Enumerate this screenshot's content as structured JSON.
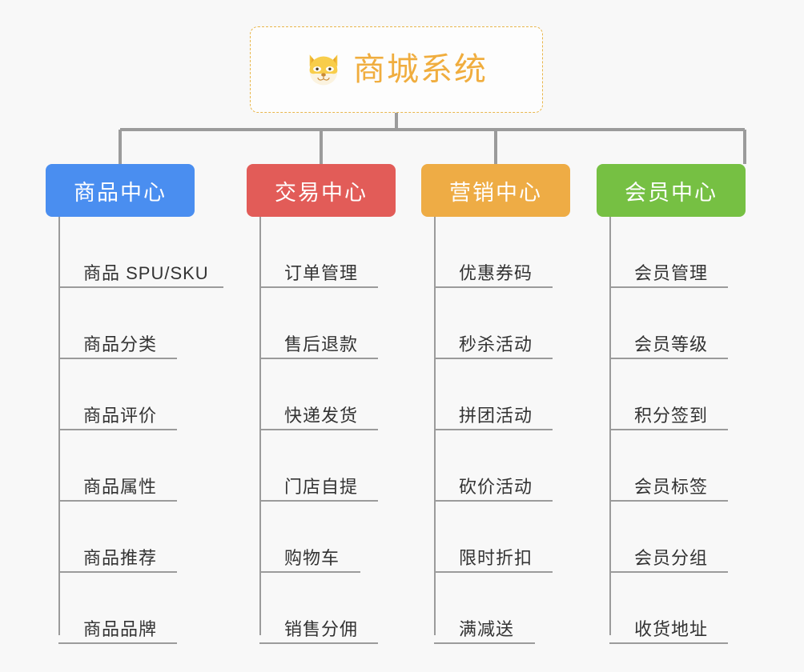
{
  "diagram": {
    "type": "tree",
    "background_color": "#f8f8f8",
    "root": {
      "title": "商城系统",
      "icon": "shiba-dog-emoji",
      "text_color": "#f0ad3e",
      "border_color": "#e9b64b",
      "border_style": "dashed"
    },
    "connector_color": "#9b9b9b",
    "branches": [
      {
        "label": "商品中心",
        "color": "#4a8ef0",
        "rule_widths": [
          206,
          148,
          148,
          148,
          148,
          148
        ],
        "items": [
          "商品 SPU/SKU",
          "商品分类",
          "商品评价",
          "商品属性",
          "商品推荐",
          "商品品牌"
        ]
      },
      {
        "label": "交易中心",
        "color": "#e25c58",
        "rule_widths": [
          148,
          148,
          148,
          148,
          126,
          148
        ],
        "items": [
          "订单管理",
          "售后退款",
          "快递发货",
          "门店自提",
          "购物车",
          "销售分佣"
        ]
      },
      {
        "label": "营销中心",
        "color": "#eeac45",
        "rule_widths": [
          148,
          148,
          148,
          148,
          148,
          126
        ],
        "items": [
          "优惠券码",
          "秒杀活动",
          "拼团活动",
          "砍价活动",
          "限时折扣",
          "满减送"
        ]
      },
      {
        "label": "会员中心",
        "color": "#76c043",
        "rule_widths": [
          148,
          148,
          148,
          148,
          148,
          148
        ],
        "items": [
          "会员管理",
          "会员等级",
          "积分签到",
          "会员标签",
          "会员分组",
          "收货地址"
        ]
      }
    ]
  }
}
